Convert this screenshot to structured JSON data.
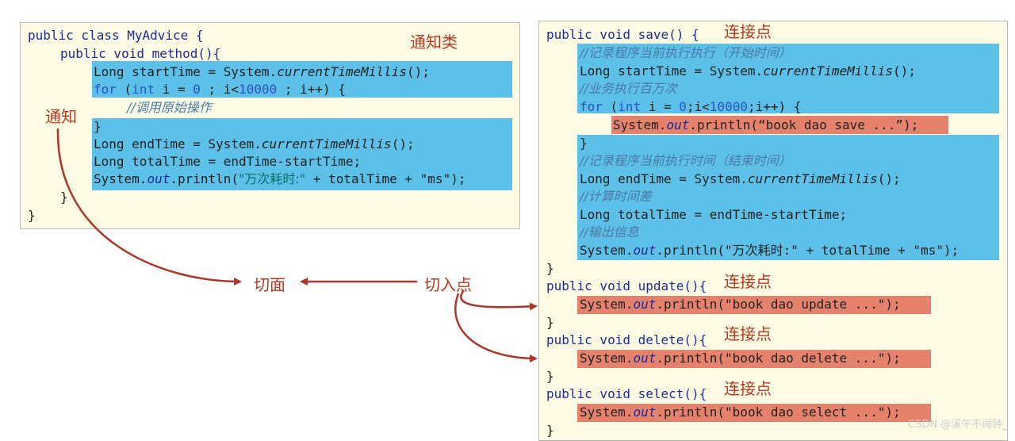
{
  "labels": {
    "advice_class": "通知类",
    "advice": "通知",
    "aspect": "切面",
    "pointcut": "切入点",
    "joinpoint": "连接点"
  },
  "left_code": {
    "l1": "public class MyAdvice {",
    "l2": "public void method(){",
    "l3": "Long startTime = System.",
    "l3b": "currentTimeMillis",
    "l3c": "();",
    "l4a": "for",
    "l4b": " (",
    "l4c": "int",
    "l4d": " i = ",
    "l4e": "0",
    "l4f": " ; i<",
    "l4g": "10000",
    "l4h": " ; i++) {",
    "l5": "//调用原始操作",
    "l6": "}",
    "l7a": "Long endTime = System.",
    "l7b": "currentTimeMillis",
    "l7c": "();",
    "l8": "Long totalTime = endTime-startTime;",
    "l9a": "System.",
    "l9b": "out",
    "l9c": ".println(",
    "l9d": "\"万次耗时:\"",
    "l9e": " + totalTime + \"ms\");",
    "l10": "}",
    "l11": "}"
  },
  "right_code": {
    "r1": "public void save() {",
    "r2": "//记录程序当前执行执行（开始时间）",
    "r3a": "Long startTime = System.",
    "r3b": "currentTimeMillis",
    "r3c": "();",
    "r4": "//业务执行百万次",
    "r5a": "for",
    "r5b": " (",
    "r5c": "int",
    "r5d": " i = ",
    "r5e": "0",
    "r5f": ";i<",
    "r5g": "10000",
    "r5h": ";i++) {",
    "r6a": "System.",
    "r6b": "out",
    "r6c": ".println(“book dao save ...”);",
    "r7": "}",
    "r8": "//记录程序当前执行时间（结束时间）",
    "r9a": "Long endTime = System.",
    "r9b": "currentTimeMillis",
    "r9c": "();",
    "r10": "//计算时间差",
    "r11": "Long totalTime = endTime-startTime;",
    "r12": "//输出信息",
    "r13a": "System.",
    "r13b": "out",
    "r13c": ".println(\"万次耗时:\" + totalTime + \"ms\");",
    "r14": "}",
    "r15": "public void update(){",
    "r16a": "System.",
    "r16b": "out",
    "r16c": ".println(\"book dao update ...\");",
    "r17": "}",
    "r18": "public void delete(){",
    "r19a": "System.",
    "r19b": "out",
    "r19c": ".println(\"book dao delete ...\");",
    "r20": "}",
    "r21": "public void select(){",
    "r22a": "System.",
    "r22b": "out",
    "r22c": ".println(\"book dao select ...\");",
    "r23": "}"
  },
  "watermark": "CSDN @溪午不闻钟_",
  "colors": {
    "highlight_blue": "#5cc0e8",
    "highlight_red": "#e5826e",
    "label_red": "#b23a22",
    "arrow_red": "#a8382a",
    "panel_bg": "#fdfbe3"
  }
}
